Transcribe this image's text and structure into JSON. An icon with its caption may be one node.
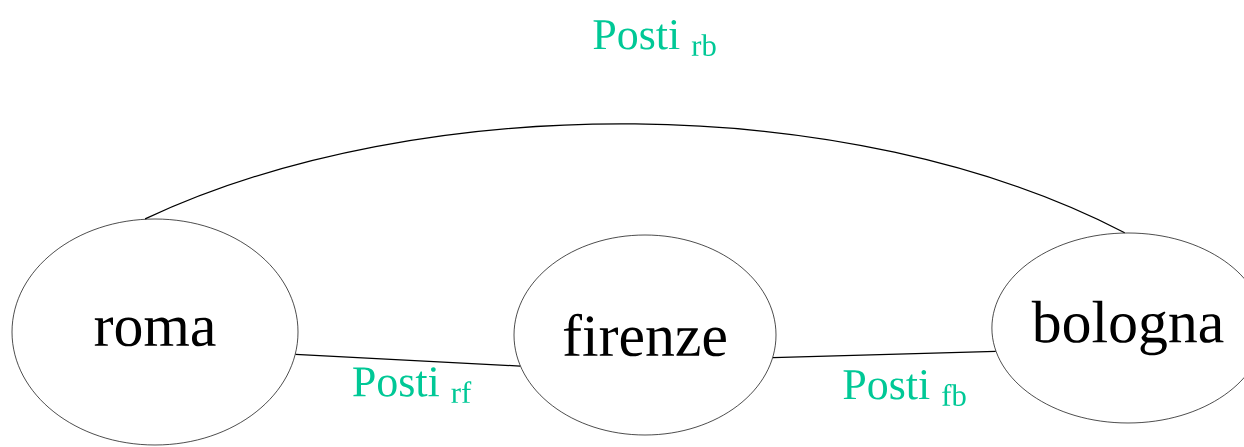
{
  "diagram": {
    "nodes": [
      {
        "text": [
          "roma"
        ]
      },
      {
        "text": [
          "firenze"
        ]
      },
      {
        "text": [
          "bologna"
        ]
      }
    ],
    "edges": [
      {
        "from": 0,
        "to": 2,
        "arrow": "none",
        "label": "Posti $_{rb}$"
      },
      {
        "from": 0,
        "to": 1,
        "arrow": "none",
        "label": "Posti $_{rf}$"
      },
      {
        "from": 1,
        "to": 2,
        "arrow": "none",
        "label": "Posti $_{fb}$"
      }
    ]
  }
}
